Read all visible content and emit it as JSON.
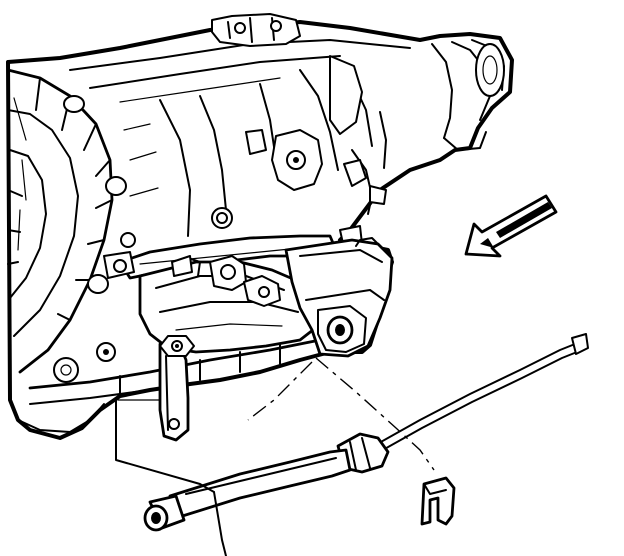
{
  "diagram": {
    "parts": [
      {
        "id": "transmission",
        "icon": "transmission-icon"
      },
      {
        "id": "shift-lever",
        "icon": "shift-lever-icon"
      },
      {
        "id": "cable-bracket",
        "icon": "bracket-icon"
      },
      {
        "id": "shift-cable",
        "icon": "cable-icon"
      },
      {
        "id": "retaining-clip",
        "icon": "clip-icon"
      },
      {
        "id": "direction-arrow",
        "icon": "arrow-icon"
      }
    ],
    "colors": {
      "ink": "#000000",
      "paper": "#ffffff"
    }
  }
}
